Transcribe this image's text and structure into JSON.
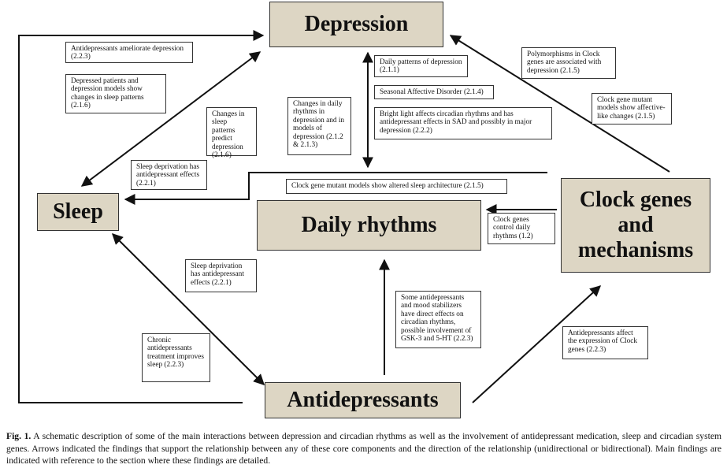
{
  "nodes": {
    "depression": "Depression",
    "sleep": "Sleep",
    "daily_rhythms": "Daily rhythms",
    "clock_genes": "Clock genes and mechanisms",
    "antidepressants": "Antidepressants"
  },
  "notes": {
    "antidep_ameliorate": "Antidepressants ameliorate depression (2.2.3)",
    "depressed_patients_sleep": "Depressed patients and depression models show changes in sleep patterns (2.1.6)",
    "sleep_patterns_predict": "Changes in sleep patterns predict depression (2.1.6)",
    "sleep_dep_top": "Sleep deprivation has antidepressant effects (2.2.1)",
    "daily_rhythm_changes": "Changes in daily rhythms in depression and in models of depression (2.1.2 & 2.1.3)",
    "daily_patterns": "Daily patterns of depression (2.1.1)",
    "sad": "Seasonal Affective Disorder (2.1.4)",
    "bright_light": "Bright light affects circadian rhythms and has antidepressant effects in SAD and possibly in major depression (2.2.2)",
    "polymorphisms": "Polymorphisms in Clock genes are associated with depression (2.1.5)",
    "clock_mutant_affective": "Clock gene mutant models show affective-like changes (2.1.5)",
    "clock_mutant_sleep": "Clock gene mutant models show altered sleep architecture (2.1.5)",
    "clock_control": "Clock genes control daily rhythms (1.2)",
    "sleep_dep_bottom": "Sleep deprivation has antidepressant effects (2.2.1)",
    "chronic_treatment": "Chronic antidepressants treatment improves sleep (2.2.3)",
    "some_antidep": "Some antidepressants and mood stabilizers have direct effects on circadian rhythms, possible involvement of GSK-3 and 5-HT (2.2.3)",
    "antidep_clock_expr": "Antidepressants affect the expression of Clock genes (2.2.3)"
  },
  "caption": {
    "label": "Fig. 1.",
    "text": "A schematic description of some of the main interactions between depression and circadian rhythms as well as the involvement of antidepressant medication, sleep and circadian system genes. Arrows indicated the findings that support the relationship between any of these core components and the direction of the relationship (unidirectional or bidirectional). Main findings are indicated with reference to the section where these findings are detailed."
  }
}
